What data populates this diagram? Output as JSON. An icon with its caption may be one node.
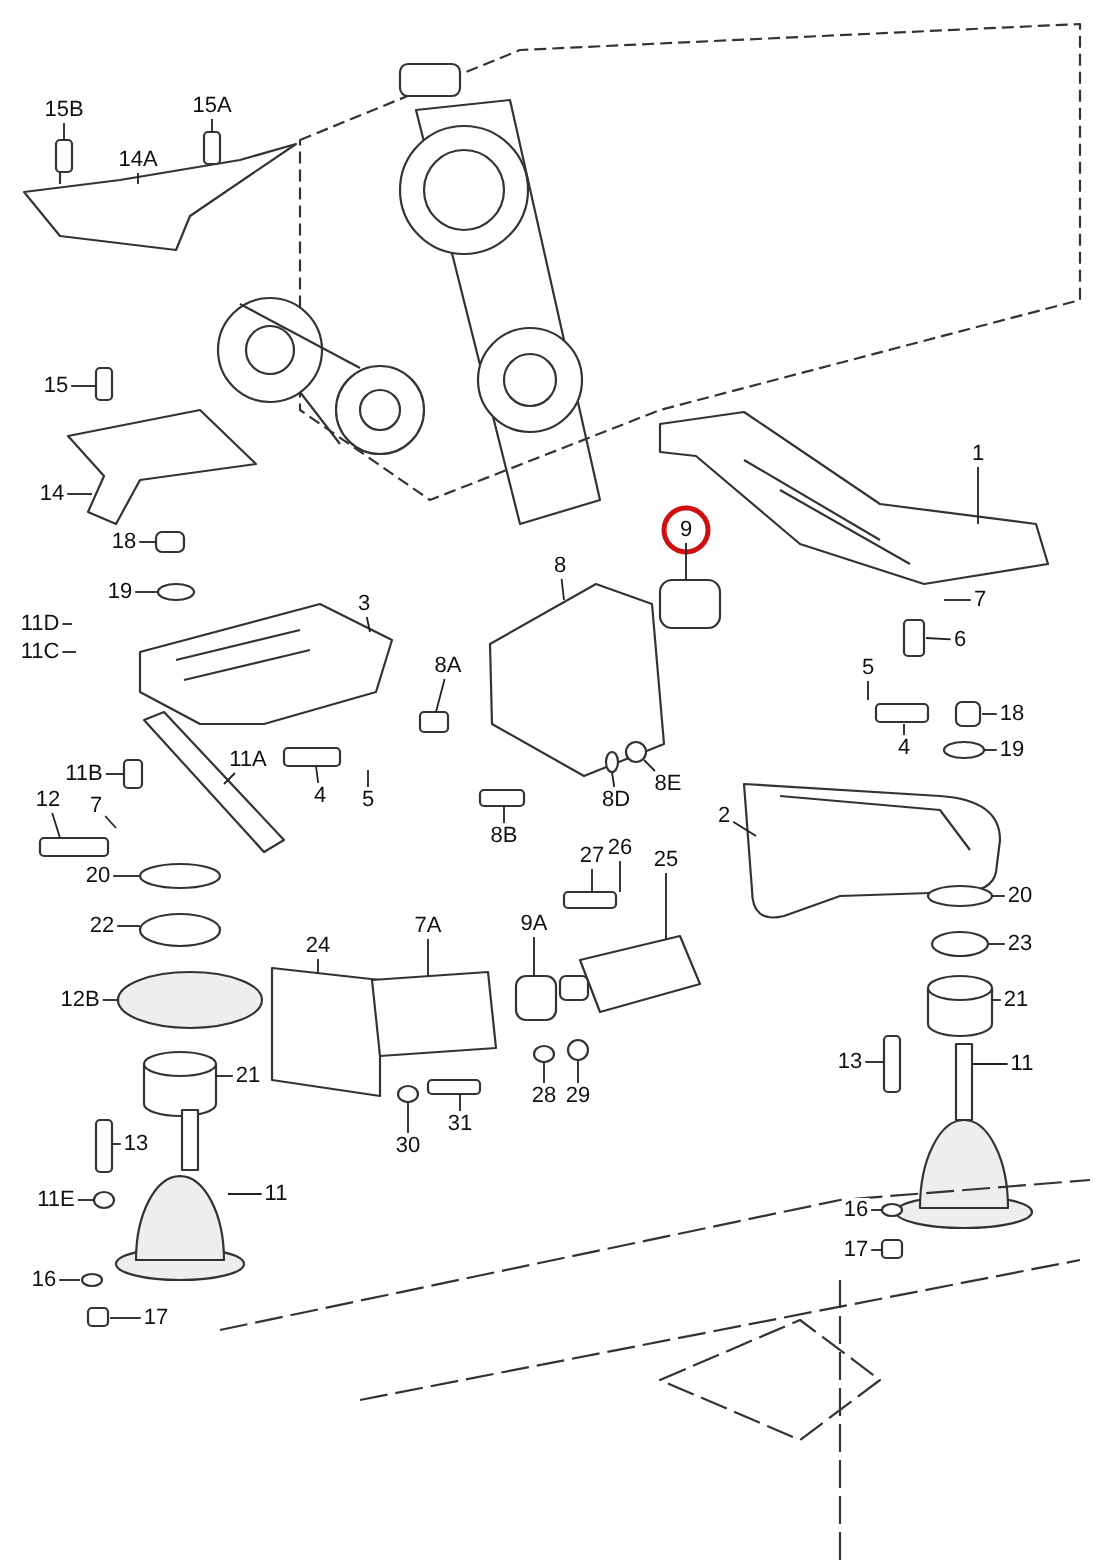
{
  "diagram": {
    "nodes": [
      {
        "text": [
          "15B"
        ]
      },
      {
        "text": [
          "15A"
        ]
      },
      {
        "text": [
          "14A"
        ]
      },
      {
        "text": [
          "15"
        ]
      },
      {
        "text": [
          "14"
        ]
      },
      {
        "text": [
          "1"
        ]
      },
      {
        "text": [
          "9"
        ]
      },
      {
        "text": [
          "8"
        ]
      },
      {
        "text": [
          "18"
        ]
      },
      {
        "text": [
          "19"
        ]
      },
      {
        "text": [
          "11D"
        ]
      },
      {
        "text": [
          "11C"
        ]
      },
      {
        "text": [
          "3"
        ]
      },
      {
        "text": [
          "8A"
        ]
      },
      {
        "text": [
          "7"
        ]
      },
      {
        "text": [
          "6"
        ]
      },
      {
        "text": [
          "5"
        ]
      },
      {
        "text": [
          "4"
        ]
      },
      {
        "text": [
          "18"
        ]
      },
      {
        "text": [
          "19"
        ]
      },
      {
        "text": [
          "11B"
        ]
      },
      {
        "text": [
          "11A"
        ]
      },
      {
        "text": [
          "4"
        ]
      },
      {
        "text": [
          "5"
        ]
      },
      {
        "text": [
          "8D"
        ]
      },
      {
        "text": [
          "8E"
        ]
      },
      {
        "text": [
          "2"
        ]
      },
      {
        "text": [
          "12"
        ]
      },
      {
        "text": [
          "7"
        ]
      },
      {
        "text": [
          "8B"
        ]
      },
      {
        "text": [
          "27"
        ]
      },
      {
        "text": [
          "26"
        ]
      },
      {
        "text": [
          "25"
        ]
      },
      {
        "text": [
          "20"
        ]
      },
      {
        "text": [
          "20"
        ]
      },
      {
        "text": [
          "22"
        ]
      },
      {
        "text": [
          "23"
        ]
      },
      {
        "text": [
          "24"
        ]
      },
      {
        "text": [
          "7A"
        ]
      },
      {
        "text": [
          "9A"
        ]
      },
      {
        "text": [
          "12B"
        ]
      },
      {
        "text": [
          "21"
        ]
      },
      {
        "text": [
          "21"
        ]
      },
      {
        "text": [
          "13"
        ]
      },
      {
        "text": [
          "11"
        ]
      },
      {
        "text": [
          "28"
        ]
      },
      {
        "text": [
          "29"
        ]
      },
      {
        "text": [
          "13"
        ]
      },
      {
        "text": [
          "30"
        ]
      },
      {
        "text": [
          "31"
        ]
      },
      {
        "text": [
          "11"
        ]
      },
      {
        "text": [
          "11E"
        ]
      },
      {
        "text": [
          "16"
        ]
      },
      {
        "text": [
          "16"
        ]
      },
      {
        "text": [
          "17"
        ]
      },
      {
        "text": [
          "17"
        ]
      }
    ],
    "edges": [
      {
        "from": 0,
        "to": null,
        "arrow": "none"
      },
      {
        "from": 1,
        "to": null,
        "arrow": "none"
      },
      {
        "from": 2,
        "to": null,
        "arrow": "none"
      },
      {
        "from": 3,
        "to": null,
        "arrow": "none"
      },
      {
        "from": 4,
        "to": null,
        "arrow": "none"
      },
      {
        "from": 5,
        "to": null,
        "arrow": "none"
      },
      {
        "from": 6,
        "to": null,
        "arrow": "none"
      },
      {
        "from": 7,
        "to": null,
        "arrow": "none"
      },
      {
        "from": 8,
        "to": null,
        "arrow": "none"
      },
      {
        "from": 9,
        "to": null,
        "arrow": "none"
      },
      {
        "from": 10,
        "to": null,
        "arrow": "none"
      },
      {
        "from": 11,
        "to": null,
        "arrow": "none"
      },
      {
        "from": 12,
        "to": null,
        "arrow": "none"
      },
      {
        "from": 13,
        "to": null,
        "arrow": "none"
      },
      {
        "from": 14,
        "to": null,
        "arrow": "none"
      },
      {
        "from": 15,
        "to": null,
        "arrow": "none"
      },
      {
        "from": 16,
        "to": null,
        "arrow": "none"
      },
      {
        "from": 17,
        "to": null,
        "arrow": "none"
      },
      {
        "from": 18,
        "to": null,
        "arrow": "none"
      },
      {
        "from": 19,
        "to": null,
        "arrow": "none"
      },
      {
        "from": 20,
        "to": null,
        "arrow": "none"
      },
      {
        "from": 21,
        "to": null,
        "arrow": "none"
      },
      {
        "from": 22,
        "to": null,
        "arrow": "none"
      },
      {
        "from": 23,
        "to": null,
        "arrow": "none"
      },
      {
        "from": 24,
        "to": null,
        "arrow": "none"
      },
      {
        "from": 25,
        "to": null,
        "arrow": "none"
      },
      {
        "from": 26,
        "to": null,
        "arrow": "none"
      },
      {
        "from": 27,
        "to": null,
        "arrow": "none"
      },
      {
        "from": 28,
        "to": null,
        "arrow": "none"
      },
      {
        "from": 29,
        "to": null,
        "arrow": "none"
      },
      {
        "from": 30,
        "to": null,
        "arrow": "none"
      },
      {
        "from": 31,
        "to": null,
        "arrow": "none"
      },
      {
        "from": 32,
        "to": null,
        "arrow": "none"
      },
      {
        "from": 33,
        "to": null,
        "arrow": "none"
      },
      {
        "from": 34,
        "to": null,
        "arrow": "none"
      },
      {
        "from": 35,
        "to": null,
        "arrow": "none"
      },
      {
        "from": 36,
        "to": null,
        "arrow": "none"
      },
      {
        "from": 37,
        "to": null,
        "arrow": "none"
      },
      {
        "from": 38,
        "to": null,
        "arrow": "none"
      },
      {
        "from": 39,
        "to": null,
        "arrow": "none"
      },
      {
        "from": 40,
        "to": null,
        "arrow": "none"
      },
      {
        "from": 41,
        "to": null,
        "arrow": "none"
      },
      {
        "from": 42,
        "to": null,
        "arrow": "none"
      },
      {
        "from": 43,
        "to": null,
        "arrow": "none"
      },
      {
        "from": 44,
        "to": null,
        "arrow": "none"
      },
      {
        "from": 45,
        "to": null,
        "arrow": "none"
      },
      {
        "from": 46,
        "to": null,
        "arrow": "none"
      },
      {
        "from": 47,
        "to": null,
        "arrow": "none"
      },
      {
        "from": 48,
        "to": null,
        "arrow": "none"
      },
      {
        "from": 49,
        "to": null,
        "arrow": "none"
      },
      {
        "from": 50,
        "to": null,
        "arrow": "none"
      },
      {
        "from": 51,
        "to": null,
        "arrow": "none"
      },
      {
        "from": 52,
        "to": null,
        "arrow": "none"
      },
      {
        "from": 53,
        "to": null,
        "arrow": "none"
      },
      {
        "from": 54,
        "to": null,
        "arrow": "none"
      },
      {
        "from": 55,
        "to": null,
        "arrow": "none"
      }
    ]
  }
}
